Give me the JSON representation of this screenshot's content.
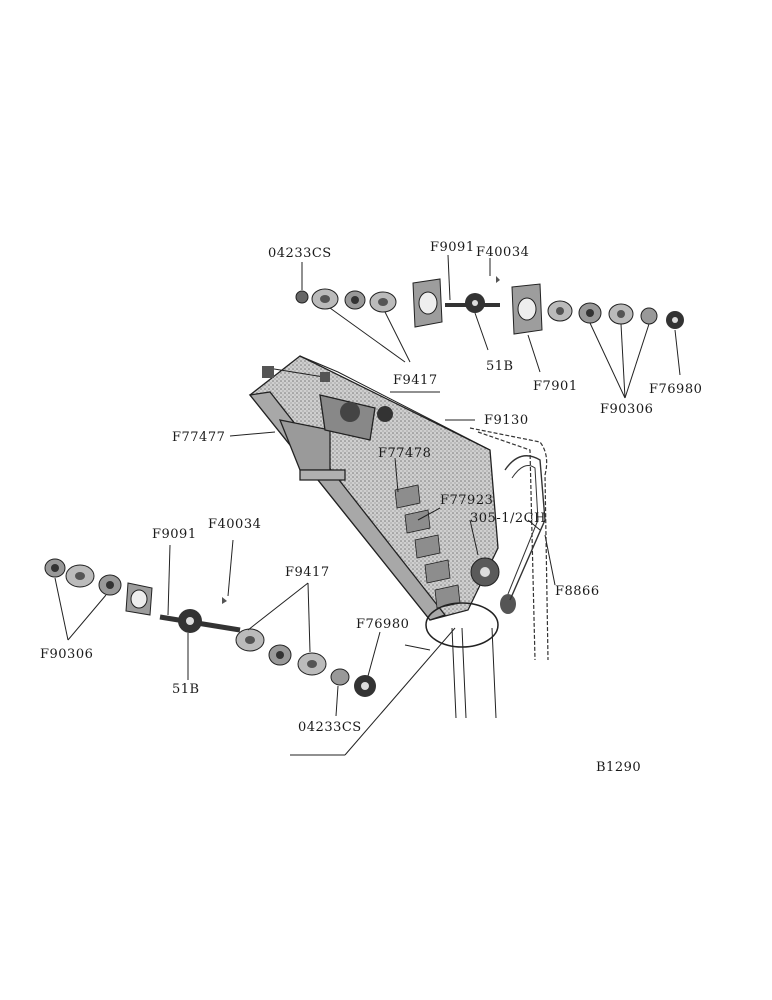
{
  "labels": {
    "l01": "04233CS",
    "l02": "F9091",
    "l03": "F40034",
    "l04": "F9417",
    "l05": "51B",
    "l06": "F7901",
    "l07": "F76980",
    "l08": "F90306",
    "l09": "F9130",
    "l10": "F77477",
    "l11": "F77478",
    "l12": "F77923",
    "l13": "305-1/2CH",
    "l14": "F8866",
    "l15": "F9091",
    "l16": "F40034",
    "l17": "F9417",
    "l18": "F76980",
    "l19": "F90306",
    "l20": "51B",
    "l21": "04233CS",
    "l22": "B1290"
  },
  "colors": {
    "ink": "#222222",
    "shade": "#b8b8b8",
    "dark": "#6e6e6e"
  }
}
